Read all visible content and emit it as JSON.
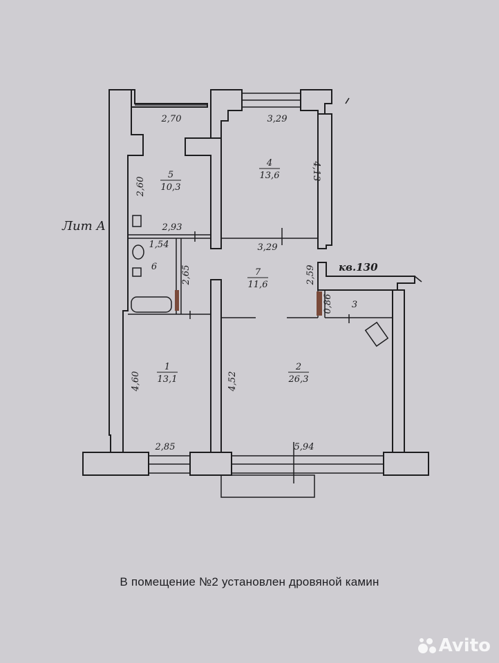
{
  "plan": {
    "building_label": "Лит А",
    "apartment_label": "кв.130",
    "rooms": [
      {
        "id": "room-1",
        "number": "1",
        "area": "13,1"
      },
      {
        "id": "room-2",
        "number": "2",
        "area": "26,3"
      },
      {
        "id": "room-3",
        "number": "3",
        "area": ""
      },
      {
        "id": "room-4",
        "number": "4",
        "area": "13,6"
      },
      {
        "id": "room-5",
        "number": "5",
        "area": "10,3"
      },
      {
        "id": "room-6",
        "number": "6",
        "area": ""
      },
      {
        "id": "room-7",
        "number": "7",
        "area": "11,6"
      }
    ],
    "dimensions": [
      "2,70",
      "3,29",
      "2,60",
      "4,13",
      "2,93",
      "1,54",
      "3,29",
      "2,65",
      "2,59",
      "0,86",
      "4,60",
      "4,52",
      "2,85",
      "5,94"
    ]
  },
  "caption": "В помещение №2 установлен дровяной камин",
  "watermark": "Avito"
}
